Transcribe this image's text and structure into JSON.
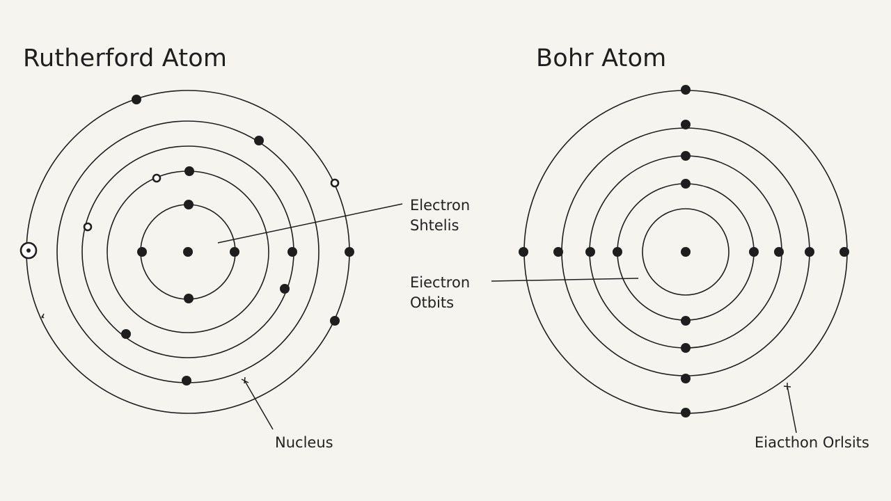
{
  "left_diagram": {
    "title": "Rutherford Atom",
    "labels": {
      "shells_line1": "Electron",
      "shells_line2": "Shtelis",
      "nucleus": "Nucleus"
    }
  },
  "right_diagram": {
    "title": "Bohr Atom",
    "labels": {
      "orbits_line1": "Eiectron",
      "orbits_line2": "Otbits",
      "bottom_orbits": "Eiacthon Orlsits"
    }
  },
  "colors": {
    "background": "#f6f4ef",
    "ink": "#1e1e1e"
  }
}
